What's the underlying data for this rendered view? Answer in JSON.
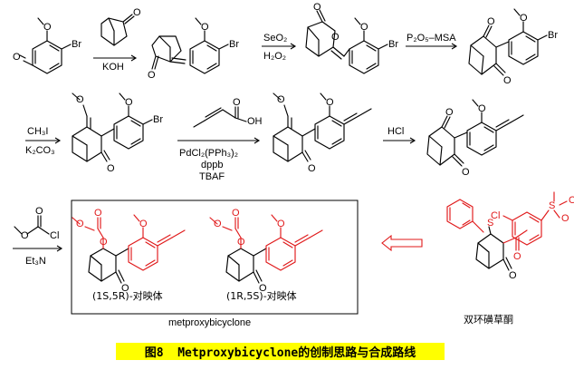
{
  "reagents": {
    "step1": "KOH",
    "step2_top": "SeO₂",
    "step2_bottom": "H₂O₂",
    "step3": "P₂O₅–MSA",
    "step4_top": "CH₃I",
    "step4_bottom": "K₂CO₃",
    "step5_line1": "PdCl₂(PPh₃)₂",
    "step5_line2": "dppb",
    "step5_line3": "TBAF",
    "step6": "HCl",
    "step7": "Et₃N"
  },
  "atoms": {
    "O": "O",
    "Br": "Br",
    "OH": "OH",
    "Cl": "Cl",
    "S": "S"
  },
  "labels": {
    "enantiomer_1": "(1S,5R)-对映体",
    "enantiomer_2": "(1R,5S)-对映体",
    "product_name": "metproxybicyclone",
    "related_compound": "双环磺草酮"
  },
  "caption": "图8  Metproxybicyclone的创制思路与合成路线",
  "colors": {
    "highlight": "#e0191a",
    "caption_background": "#ffff00",
    "bond": "#000000"
  }
}
